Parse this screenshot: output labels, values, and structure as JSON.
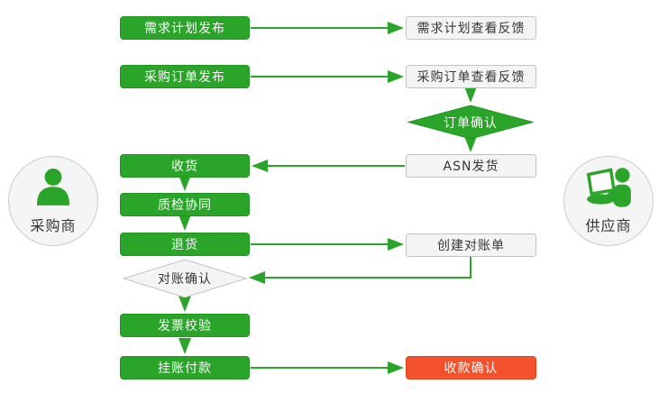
{
  "colors": {
    "green": "#2aa52a",
    "green_dark": "#1f961f",
    "gray_fill": "#f4f4f4",
    "gray_border": "#c3c3c3",
    "red": "#f3512b",
    "red_dark": "#e34419",
    "text_dark": "#363636",
    "white": "#ffffff"
  },
  "actors": {
    "buyer": {
      "label": "采购商"
    },
    "supplier": {
      "label": "供应商"
    }
  },
  "buyer_lane": {
    "steps": [
      {
        "label": "需求计划发布",
        "type": "process"
      },
      {
        "label": "采购订单发布",
        "type": "process"
      },
      {
        "label": "收货",
        "type": "process"
      },
      {
        "label": "质检协同",
        "type": "process"
      },
      {
        "label": "退货",
        "type": "process"
      },
      {
        "label": "对账确认",
        "type": "decision"
      },
      {
        "label": "发票校验",
        "type": "process"
      },
      {
        "label": "挂账付款",
        "type": "process"
      }
    ]
  },
  "supplier_lane": {
    "steps": [
      {
        "label": "需求计划查看反馈",
        "type": "feedback"
      },
      {
        "label": "采购订单查看反馈",
        "type": "feedback"
      },
      {
        "label": "订单确认",
        "type": "decision"
      },
      {
        "label": "ASN发货",
        "type": "feedback"
      },
      {
        "label": "创建对账单",
        "type": "feedback"
      },
      {
        "label": "收款确认",
        "type": "final"
      }
    ]
  }
}
